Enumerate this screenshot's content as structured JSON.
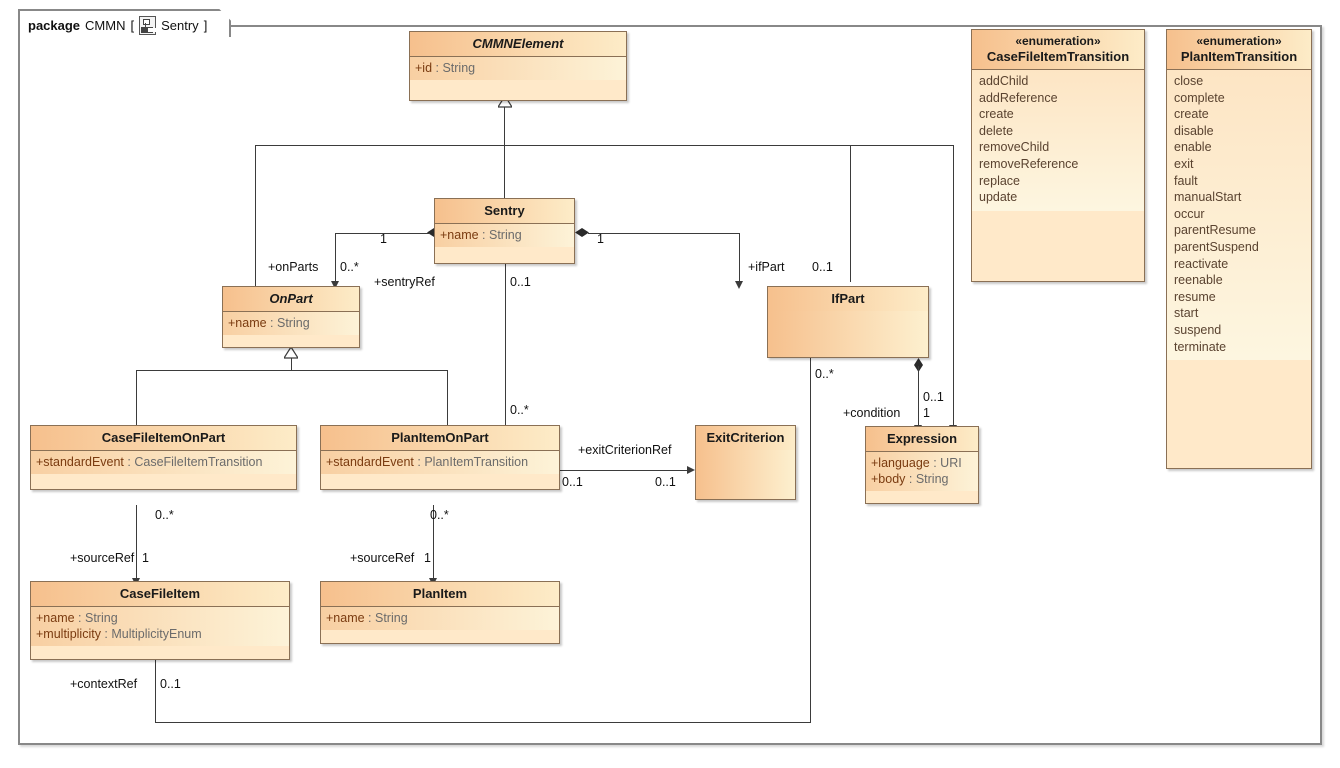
{
  "package": {
    "keyword": "package",
    "name": "CMMN",
    "bracket_open": "[",
    "icon": "diagram-icon",
    "diagram_name": "Sentry",
    "bracket_close": "]"
  },
  "classes": {
    "cmmnelement": {
      "name": "CMMNElement",
      "abstract": true,
      "attributes": [
        "+id : String"
      ]
    },
    "sentry": {
      "name": "Sentry",
      "abstract": false,
      "attributes": [
        "+name : String"
      ]
    },
    "onpart": {
      "name": "OnPart",
      "abstract": true,
      "attributes": [
        "+name : String"
      ]
    },
    "ifpart": {
      "name": "IfPart",
      "abstract": false,
      "attributes": []
    },
    "casefileitemonpart": {
      "name": "CaseFileItemOnPart",
      "abstract": false,
      "attributes": [
        "+standardEvent : CaseFileItemTransition"
      ]
    },
    "planitemonpart": {
      "name": "PlanItemOnPart",
      "abstract": false,
      "attributes": [
        "+standardEvent : PlanItemTransition"
      ]
    },
    "exitcriterion": {
      "name": "ExitCriterion",
      "abstract": false,
      "attributes": []
    },
    "expression": {
      "name": "Expression",
      "abstract": false,
      "attributes": [
        "+language : URI",
        "+body : String"
      ]
    },
    "casefileitem": {
      "name": "CaseFileItem",
      "abstract": false,
      "attributes": [
        "+name : String",
        "+multiplicity : MultiplicityEnum"
      ]
    },
    "planitem": {
      "name": "PlanItem",
      "abstract": false,
      "attributes": [
        "+name : String"
      ]
    }
  },
  "enumerations": {
    "casefileitemtransition": {
      "stereotype": "«enumeration»",
      "name": "CaseFileItemTransition",
      "literals": [
        "addChild",
        "addReference",
        "create",
        "delete",
        "removeChild",
        "removeReference",
        "replace",
        "update"
      ]
    },
    "planitemtransition": {
      "stereotype": "«enumeration»",
      "name": "PlanItemTransition",
      "literals": [
        "close",
        "complete",
        "create",
        "disable",
        "enable",
        "exit",
        "fault",
        "manualStart",
        "occur",
        "parentResume",
        "parentSuspend",
        "reactivate",
        "reenable",
        "resume",
        "start",
        "suspend",
        "terminate"
      ]
    }
  },
  "edge_labels": {
    "sentry_left_mult": "1",
    "sentry_right_mult": "1",
    "onparts_role": "+onParts",
    "onparts_mult": "0..*",
    "sentryref_role": "+sentryRef",
    "sentryref_mult": "0..1",
    "ifpart_role": "+ifPart",
    "ifpart_mult": "0..1",
    "planitemonpart_sentry_mult": "0..*",
    "ifpart_bottom_mult": "0..*",
    "condition_role": "+condition",
    "condition_mult_top": "0..1",
    "condition_mult_bottom": "1",
    "exitcriterionref_role": "+exitCriterionRef",
    "exitcriterionref_src_mult": "0..1",
    "exitcriterionref_tgt_mult": "0..1",
    "cfi_sourceref_role": "+sourceRef",
    "cfi_sourceref_mult": "1",
    "cfi_onpart_mult": "0..*",
    "pi_sourceref_role": "+sourceRef",
    "pi_sourceref_mult": "1",
    "pi_onpart_mult": "0..*",
    "contextref_role": "+contextRef",
    "contextref_mult": "0..1"
  },
  "colors": {
    "box_fill_light": "#fdf3d8",
    "box_fill_dark": "#f6c08d",
    "border": "#8a7055",
    "line": "#3b3b3b",
    "attr_name": "#7a3b10",
    "attr_type": "#6b6b6b"
  }
}
